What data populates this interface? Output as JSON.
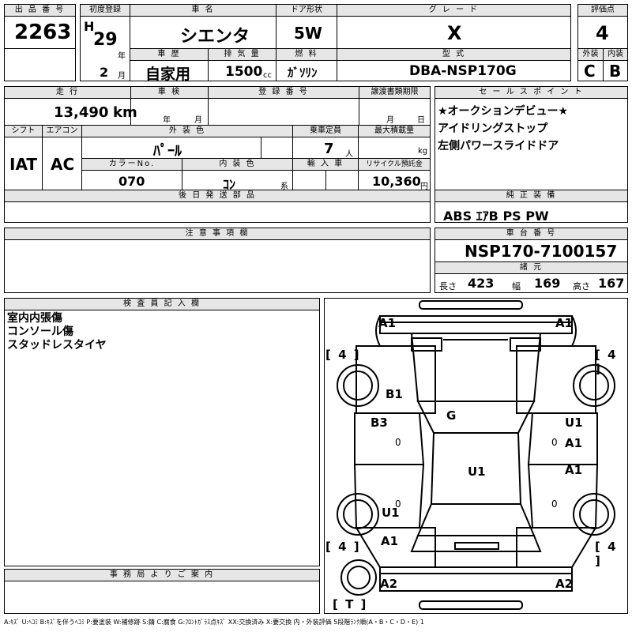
{
  "header": {
    "lot_label": "出 品 番 号",
    "lot_value": "2263",
    "first_reg_label": "初度登録",
    "era": "H",
    "year_value": "29",
    "year_unit": "年",
    "month_value": "2",
    "month_unit": "月",
    "car_name_label": "車 名",
    "car_name_value": "シエンタ",
    "door_label": "ドア形状",
    "door_value": "5W",
    "grade_label": "グ レ ー ド",
    "grade_value": "X",
    "score_label": "評価点",
    "score_value": "4",
    "history_label": "車 歴",
    "history_value": "自家用",
    "displacement_label": "排 気 量",
    "displacement_value": "1500",
    "displacement_unit": "cc",
    "fuel_label": "燃 料",
    "fuel_value": "ｶﾞｿﾘﾝ",
    "model_label": "型 式",
    "model_value": "DBA-NSP170G",
    "exterior_label": "外装",
    "exterior_value": "C",
    "interior_label": "内装",
    "interior_value": "B"
  },
  "row2": {
    "mileage_label": "走 行",
    "mileage_value": "13,490",
    "mileage_unit": "km",
    "inspection_label": "車 検",
    "inspection_year_unit": "年",
    "inspection_month_unit": "月",
    "reg_no_label": "登 録 番 号",
    "transfer_label": "譲渡書類期限",
    "transfer_month_unit": "月",
    "transfer_day_unit": "日",
    "shift_label": "シフト",
    "shift_value": "IAT",
    "ac_label": "エアコン",
    "ac_value": "AC",
    "ext_color_label": "外 装 色",
    "ext_color_value": "ﾊﾟｰﾙ",
    "capacity_label": "乗車定員",
    "capacity_value": "7",
    "capacity_unit": "人",
    "max_load_label": "最大積載量",
    "max_load_unit": "kg",
    "color_no_label": "カラーNo.",
    "color_no_value": "070",
    "int_color_label": "内 装 色",
    "int_color_value": "ｺﾝ",
    "int_color_unit": "系",
    "import_label": "輸 入 車",
    "recycle_label": "リサイクル預託金",
    "recycle_value": "10,360",
    "recycle_unit": "円",
    "later_parts_label": "後 日 発 送 部 品"
  },
  "sales_points": {
    "label": "セ ー ル ス ポ イ ン ト",
    "lines": [
      "★オークションデビュー★",
      "アイドリングストップ",
      "左側パワースライドドア"
    ]
  },
  "equipment": {
    "label": "純 正 装 備",
    "value": "ABS ｴｱB PS PW"
  },
  "notes": {
    "label": "注 意 事 項 欄"
  },
  "chassis": {
    "label": "車 台 番 号",
    "value": "NSP170-7100157",
    "dims_label": "諸 元",
    "length_label": "長さ",
    "length_value": "423",
    "width_label": "幅",
    "width_value": "169",
    "height_label": "高さ",
    "height_value": "167"
  },
  "inspector": {
    "label": "検 査 員 記 入 欄",
    "lines": [
      "室内内張傷",
      "コンソール傷",
      "スタッドレスタイヤ"
    ]
  },
  "office": {
    "label": "事 務 局 よ り ご 案 内"
  },
  "diagram": {
    "marks": {
      "top_left": "A1",
      "top_right": "A1",
      "left_front": "B1",
      "left_front_door": "B3",
      "roof": "G",
      "right_front_door_1": "U1",
      "right_front_door_2": "A1",
      "center": "U1",
      "right_rear": "A1",
      "left_rear_1": "U1",
      "left_rear_2": "A1",
      "bottom_left": "A2",
      "bottom_right": "A2",
      "zero_left": "0",
      "zero_right": "0",
      "zero_left_rear": "0",
      "zero_right_rear": "0"
    },
    "tire_tl": "[ 4 ]",
    "tire_tr": "[ 4 ]",
    "tire_bl": "[ 4 ]",
    "tire_br": "[ 4 ]",
    "spare": "[ T ]"
  },
  "legend": "A:ｷｽﾞ U:ﾍｺﾐ B:ｷｽﾞを伴うﾍｺﾐ P:要塗装 W:補修跡 S:錆 C:腐食 G:ﾌﾛﾝﾄｶﾞﾗｽ点ｷｽﾞ XX:交換済み X:要交換 内・外装評価 5段階ﾗﾝｸ順(A・B・C・D・E) 1"
}
